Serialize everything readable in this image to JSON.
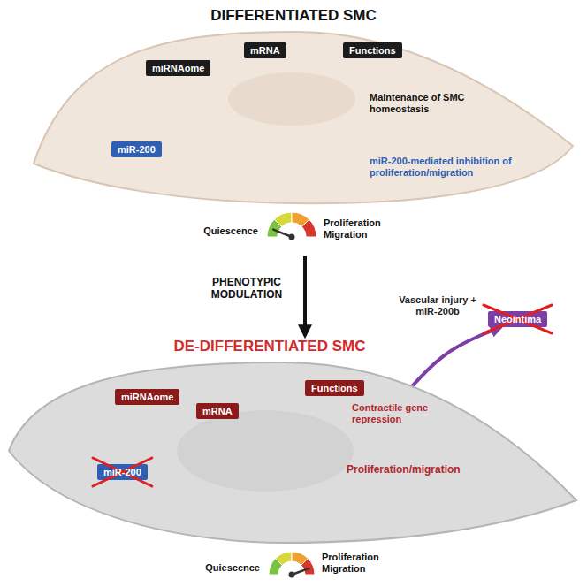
{
  "diagram": {
    "nodes": [
      {
        "text": [
          "DIFFERENTIATED SMC"
        ]
      },
      {
        "text": [
          "miRNAome"
        ],
        "in": 0
      },
      {
        "text": [
          "mRNA"
        ],
        "in": 0
      },
      {
        "text": [
          "Functions"
        ],
        "in": 0
      },
      {
        "text": [
          "miR-200"
        ],
        "in": 0
      },
      {
        "text": [
          "DE-DIFFERENTIATED SMC"
        ]
      },
      {
        "text": [
          "miRNAome"
        ],
        "in": 5
      },
      {
        "text": [
          "mRNA"
        ],
        "in": 5
      },
      {
        "text": [
          "Functions"
        ],
        "in": 5
      },
      {
        "text": [
          "miR-200"
        ],
        "in": 5
      },
      {
        "text": [
          "Neointima"
        ]
      }
    ],
    "edges": [
      {
        "from": 0,
        "to": 5,
        "arrow": "to",
        "label": "PHENOTYPIC MODULATION"
      },
      {
        "from": 1,
        "to": 2,
        "arrow": "to"
      },
      {
        "from": 4,
        "to": 2,
        "arrow": "to"
      },
      {
        "from": 9,
        "to": 7,
        "arrow": "to"
      },
      {
        "from": 5,
        "to": 10,
        "arrow": "to",
        "label": "Vascular injury + miR-200b"
      }
    ],
    "labels": [
      "Maintenance of SMC homeostasis",
      "miR-200-mediated inhibition of proliferation/migration",
      "Quiescence",
      "Proliferation Migration",
      "Contractile gene repression",
      "Proliferation/migration",
      "Quiescence",
      "Proliferation Migration"
    ]
  }
}
